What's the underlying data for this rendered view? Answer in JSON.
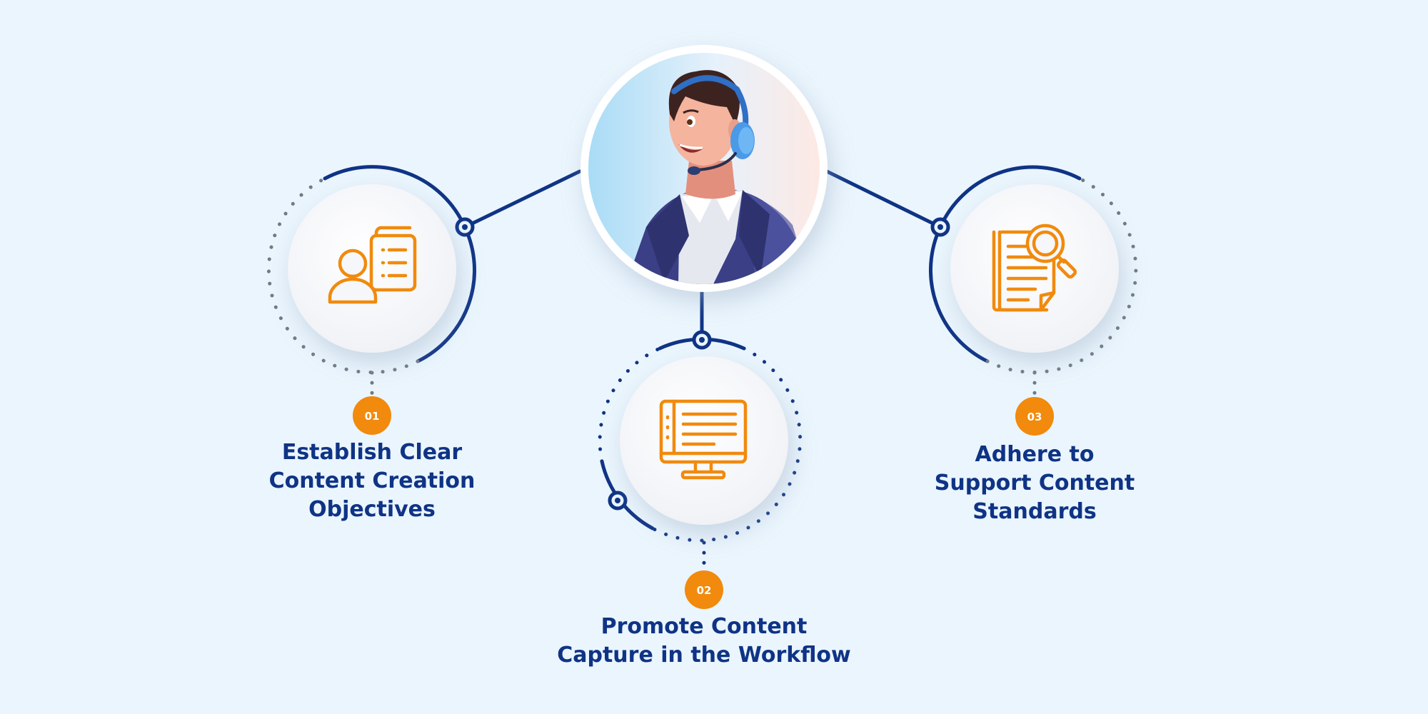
{
  "colors": {
    "background": "#eaf5fd",
    "navy": "#0f3385",
    "accent_orange": "#f18a0d",
    "dot_gray": "#6f7a85",
    "card_white": "#f4f6fa"
  },
  "center": {
    "avatar_description": "support agent with headset"
  },
  "steps": [
    {
      "badge": "01",
      "icon": "user-document-icon",
      "lines": [
        "Establish Clear",
        "Content Creation",
        "Objectives"
      ]
    },
    {
      "badge": "02",
      "icon": "computer-monitor-icon",
      "lines": [
        "Promote Content",
        "Capture in the Workflow"
      ]
    },
    {
      "badge": "03",
      "icon": "document-search-icon",
      "lines": [
        "Adhere to",
        "Support Content",
        "Standards"
      ]
    }
  ]
}
